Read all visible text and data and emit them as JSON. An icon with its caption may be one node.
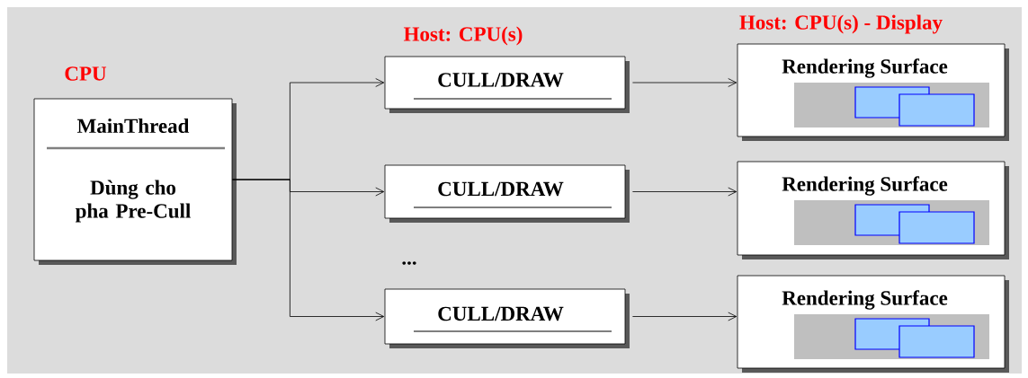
{
  "diagram": {
    "nodes": [
      {
        "text": [
          "MainThread",
          "Dùng cho pha Pre-Cull"
        ],
        "beside": [
          "CPU"
        ]
      },
      {
        "text": [
          "CULL/DRAW"
        ]
      },
      {
        "text": [
          "CULL/DRAW"
        ]
      },
      {
        "text": [
          "CULL/DRAW"
        ]
      },
      {
        "text": [
          "Rendering Surface"
        ]
      },
      {
        "text": [
          "Rendering Surface"
        ]
      },
      {
        "text": [
          "Rendering Surface"
        ]
      }
    ],
    "edges": [
      {
        "from": 0,
        "to": 1,
        "arrow": "to"
      },
      {
        "from": 0,
        "to": 2,
        "arrow": "to"
      },
      {
        "from": 0,
        "to": 3,
        "arrow": "to"
      },
      {
        "from": 1,
        "to": 4,
        "arrow": "to"
      },
      {
        "from": 2,
        "to": 5,
        "arrow": "to"
      },
      {
        "from": 3,
        "to": 6,
        "arrow": "to"
      }
    ],
    "labels": [
      "Host: CPU(s) - Display",
      "Host: CPU(s)",
      "..."
    ]
  }
}
